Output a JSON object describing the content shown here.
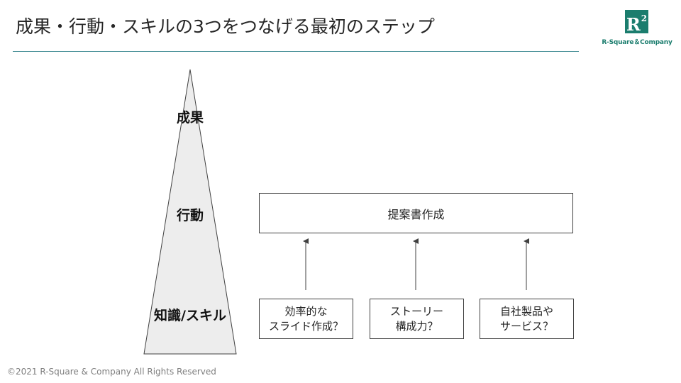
{
  "title": "成果・行動・スキルの3つをつなげる最初のステップ",
  "logo": {
    "mark": "R",
    "mark_superscript": "2",
    "text": "R-Square＆Company"
  },
  "pyramid": {
    "levels": [
      {
        "label": "成果"
      },
      {
        "label": "行動"
      },
      {
        "label": "知識/スキル"
      }
    ]
  },
  "action_box": {
    "label": "提案書作成"
  },
  "skill_boxes": [
    {
      "label": "効率的な\nスライド作成？"
    },
    {
      "label": "ストーリー\n構成力？"
    },
    {
      "label": "自社製品や\nサービス？"
    }
  ],
  "footer": {
    "copyright": "©2021 R-Square & Company All Rights Reserved"
  },
  "colors": {
    "rule": "#3f8a92",
    "brand": "#1b7d6e",
    "triangle_fill": "#ededed",
    "stroke": "#404040"
  }
}
